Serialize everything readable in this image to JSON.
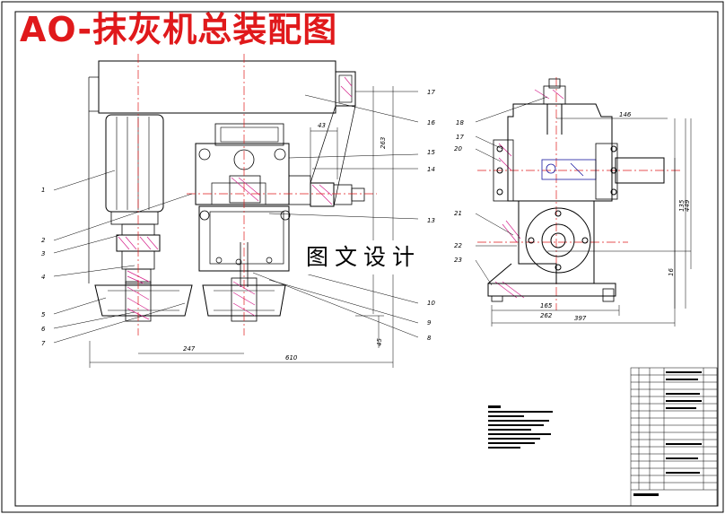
{
  "drawing_title": "AO-抹灰机总装配图",
  "watermark": "图文设计",
  "part_labels": {
    "p1": "1",
    "p2": "2",
    "p3": "3",
    "p4": "4",
    "p5": "5",
    "p6": "6",
    "p7": "7",
    "p8": "8",
    "p9": "9",
    "p10": "10",
    "p13": "13",
    "p14": "14",
    "p15": "15",
    "p16": "16",
    "p17a": "17",
    "p17b": "17",
    "p18": "18",
    "p20": "20",
    "p21": "21",
    "p22": "22",
    "p23": "23"
  },
  "dimensions": {
    "d43": "43",
    "d263": "263",
    "d247": "247",
    "d610": "610",
    "d45": "45",
    "d146": "146",
    "d165": "165",
    "d262": "262",
    "d397": "397",
    "d16": "16",
    "d135": "135",
    "d449": "449"
  },
  "colors": {
    "outline": "#000000",
    "centerline": "#e0191b",
    "title": "#e0191b",
    "hidden": "#1a1aa0",
    "hatch": "#d4208a"
  }
}
